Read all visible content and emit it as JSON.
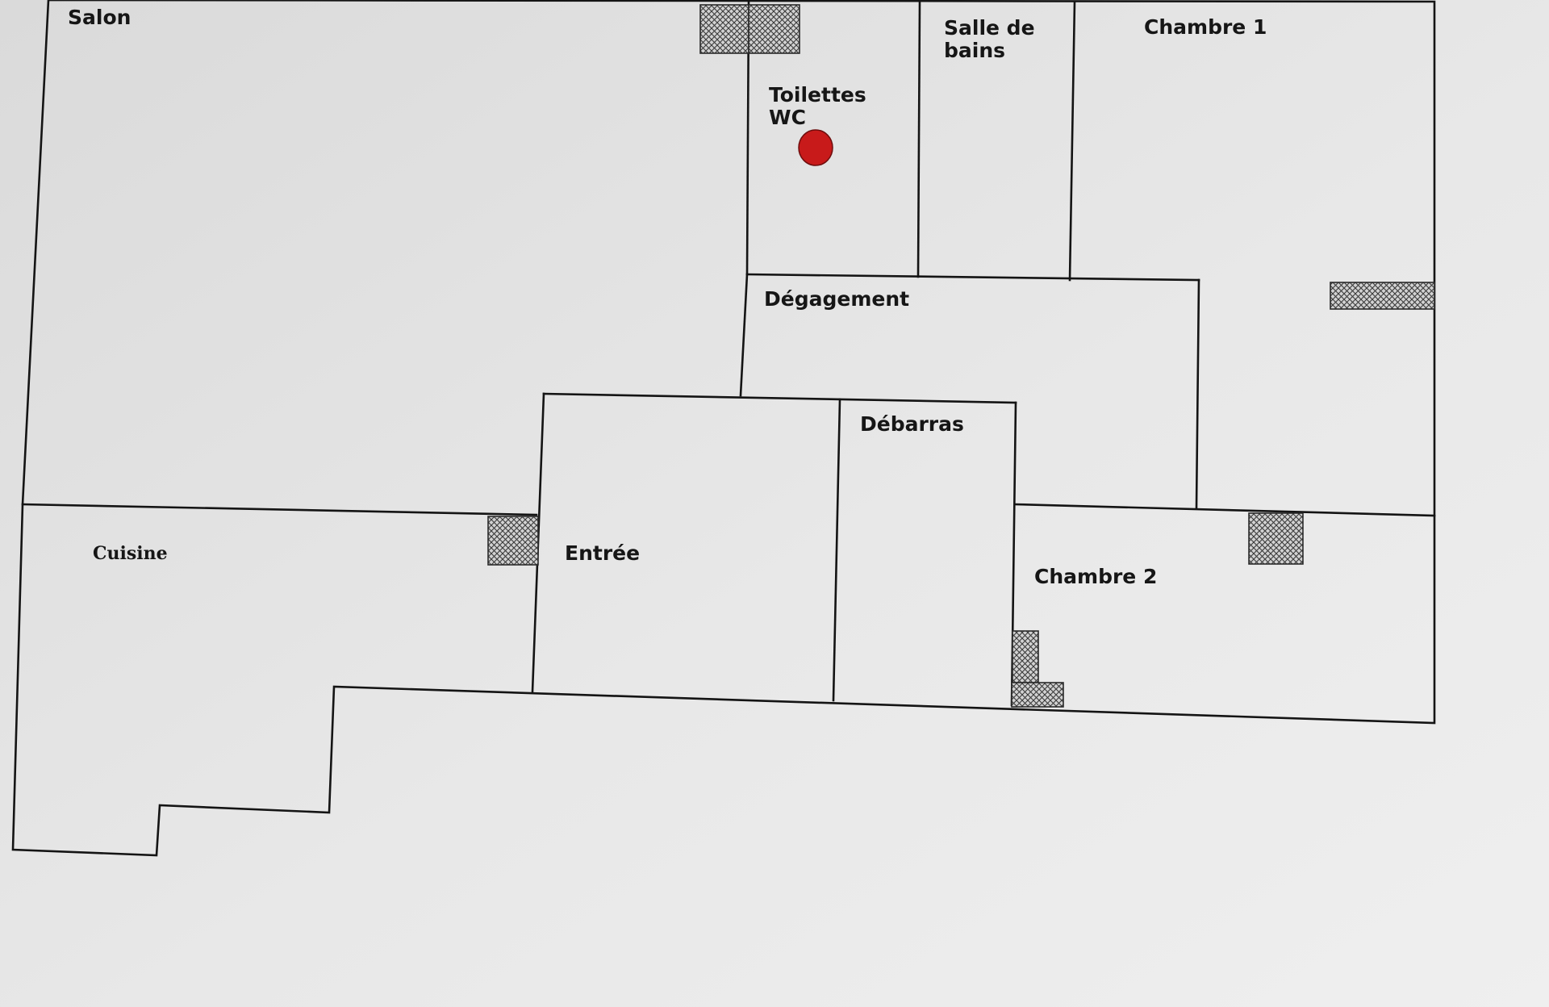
{
  "floor_plan": {
    "rooms": [
      {
        "id": "salon",
        "label": "Salon"
      },
      {
        "id": "toilettes",
        "label_lines": [
          "Toilettes",
          "WC"
        ]
      },
      {
        "id": "salle-de-bains",
        "label_lines": [
          "Salle de",
          "bains"
        ]
      },
      {
        "id": "chambre-1",
        "label": "Chambre 1"
      },
      {
        "id": "degagement",
        "label": "Dégagement"
      },
      {
        "id": "debarras",
        "label": "Débarras"
      },
      {
        "id": "cuisine",
        "label": "Cuisine"
      },
      {
        "id": "entree",
        "label": "Entrée"
      },
      {
        "id": "chambre-2",
        "label": "Chambre 2"
      }
    ],
    "colors": {
      "wall": "#141414",
      "background": "#e6e6e6",
      "hatch": "#2a2a2a",
      "marker": "#c81a1a"
    }
  }
}
